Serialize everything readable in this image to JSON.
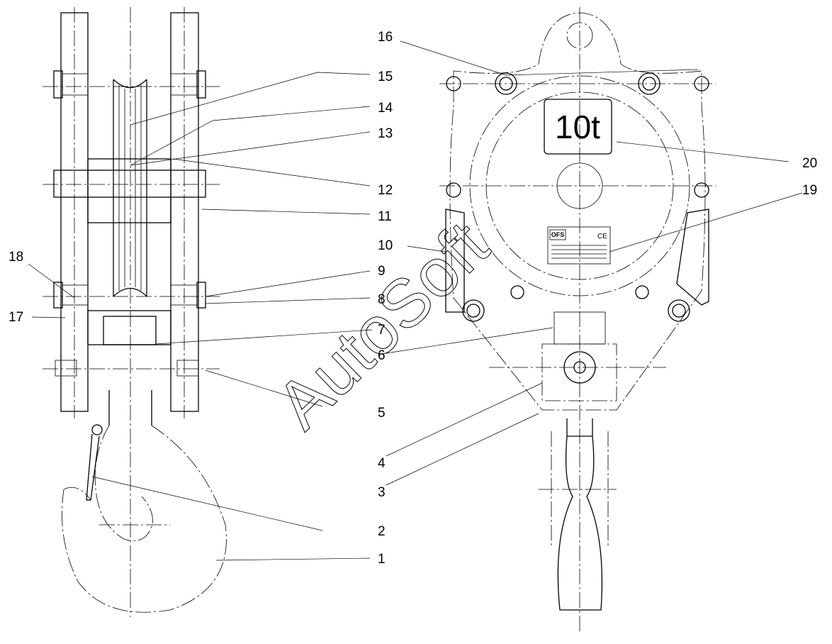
{
  "watermark": "AutoSoft",
  "capacity_label": "10t",
  "nameplate": {
    "logo": "OFS",
    "ce_mark": "CE"
  },
  "callouts": [
    "1",
    "2",
    "3",
    "4",
    "5",
    "6",
    "7",
    "8",
    "9",
    "10",
    "11",
    "12",
    "13",
    "14",
    "15",
    "16",
    "17",
    "18",
    "19",
    "20"
  ]
}
